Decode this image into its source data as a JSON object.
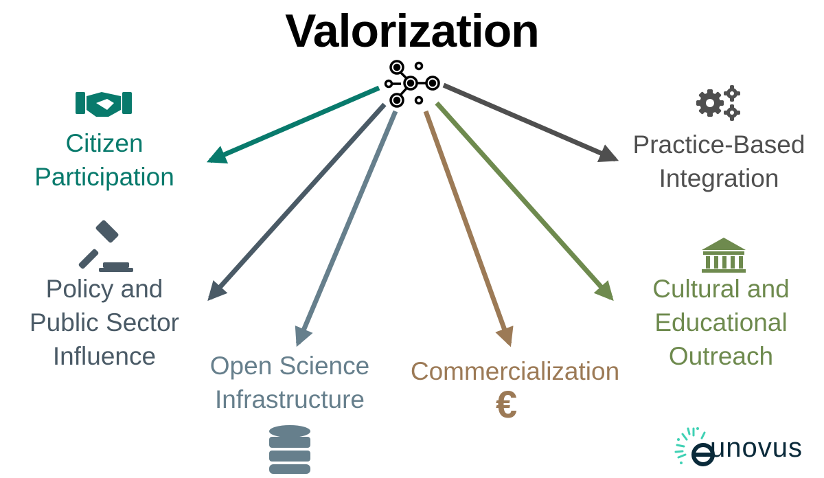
{
  "title": "Valorization",
  "colors": {
    "citizen": "#087a6c",
    "policy": "#4a5a66",
    "open_science": "#667f8c",
    "commercialization": "#9c7a56",
    "cultural": "#6e8a4e",
    "practice": "#4f4f4f",
    "logo_accent": "#3fd1b4",
    "logo_text": "#0a2a3a"
  },
  "branches": [
    {
      "id": "citizen",
      "lines": [
        "Citizen",
        "Participation"
      ],
      "icon": "handshake-icon"
    },
    {
      "id": "policy",
      "lines": [
        "Policy and",
        "Public Sector",
        "Influence"
      ],
      "icon": "gavel-icon"
    },
    {
      "id": "open_science",
      "lines": [
        "Open Science",
        "Infrastructure"
      ],
      "icon": "database-icon"
    },
    {
      "id": "commercialization",
      "lines": [
        "Commercialization"
      ],
      "icon": "euro-icon",
      "symbol": "€"
    },
    {
      "id": "cultural",
      "lines": [
        "Cultural and",
        "Educational",
        "Outreach"
      ],
      "icon": "museum-icon"
    },
    {
      "id": "practice",
      "lines": [
        "Practice-Based",
        "Integration"
      ],
      "icon": "gears-icon"
    }
  ],
  "logo": {
    "text": "eunovus"
  }
}
